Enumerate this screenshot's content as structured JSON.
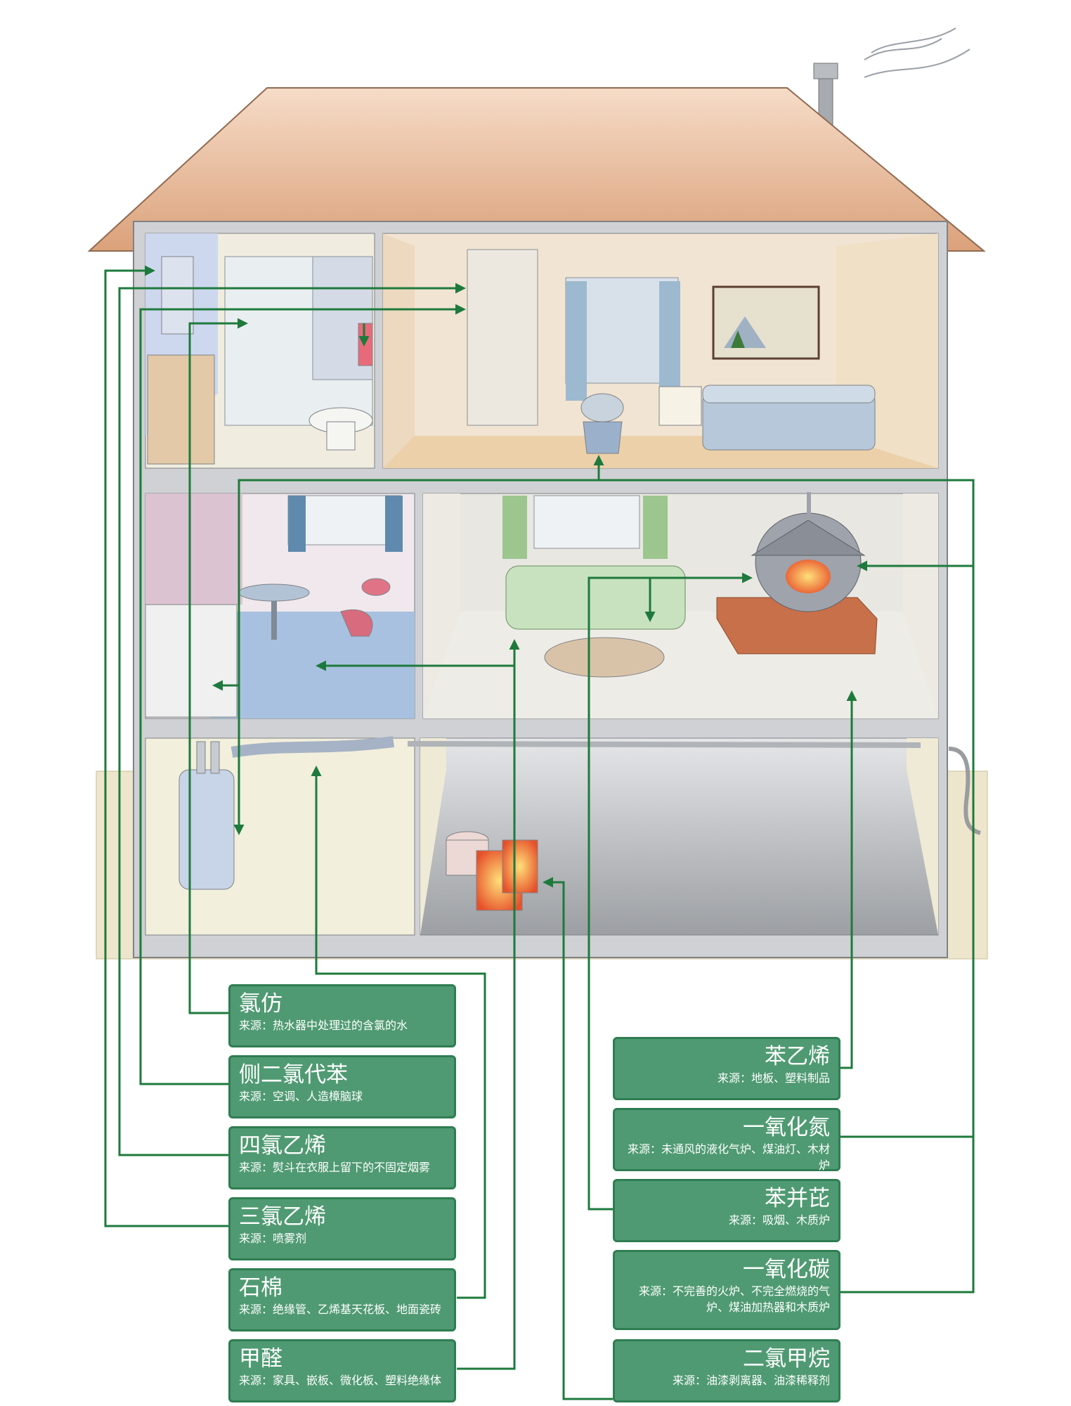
{
  "labels_left": [
    {
      "name": "氯仿",
      "source": "来源：热水器中处理过的含氯的水"
    },
    {
      "name": "侧二氯代苯",
      "source": "来源：空调、人造樟脑球"
    },
    {
      "name": "四氯乙烯",
      "source": "来源：熨斗在衣服上留下的不固定烟雾"
    },
    {
      "name": "三氯乙烯",
      "source": "来源：喷雾剂"
    },
    {
      "name": "石棉",
      "source": "来源：绝缘管、乙烯基天花板、地面瓷砖"
    },
    {
      "name": "甲醛",
      "source": "来源：家具、嵌板、微化板、塑料绝缘体"
    }
  ],
  "labels_right": [
    {
      "name": "苯乙烯",
      "source": "来源：地板、塑料制品"
    },
    {
      "name": "一氧化氮",
      "source": "来源：未通风的液化气炉、煤油灯、木材炉"
    },
    {
      "name": "苯并芘",
      "source": "来源：吸烟、木质炉"
    },
    {
      "name": "一氧化碳",
      "source": "来源：不完善的火炉、不完全燃烧的气炉、煤油加热器和木质炉"
    },
    {
      "name": "二氯甲烷",
      "source": "来源：油漆剥离器、油漆稀释剂"
    }
  ],
  "colors": {
    "arrow": "#1e7a3c",
    "label_fill": "#4f9a72",
    "roof": "#f2c9a8"
  }
}
